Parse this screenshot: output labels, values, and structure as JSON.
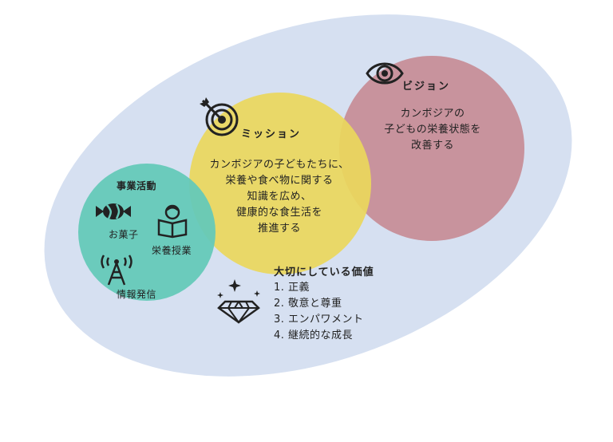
{
  "vision": {
    "title": "ビジョン",
    "lines": [
      "カンボジアの",
      "子どもの栄養状態を",
      "改善する"
    ]
  },
  "mission": {
    "title": "ミッション",
    "lines": [
      "カンボジアの子どもたちに、",
      "栄養や食べ物に関する",
      "知識を広め、",
      "健康的な食生活を",
      "推進する"
    ]
  },
  "business": {
    "title": "事業活動",
    "items": [
      "お菓子",
      "栄養授業",
      "情報発信"
    ]
  },
  "values": {
    "title": "大切にしている価値",
    "items": [
      "1. 正義",
      "2. 敬意と尊重",
      "3. エンパワメント",
      "4. 継続的な成長"
    ]
  },
  "icons": {
    "vision": "eye-icon",
    "mission": "target-icon",
    "snack": "candy-icon",
    "class": "reading-person-icon",
    "info": "broadcast-tower-icon",
    "values": "diamond-sparkle-icon"
  },
  "colors": {
    "background_ellipse": "#d6e0f1",
    "vision": "#c78e98",
    "mission": "#ead75c",
    "business": "#65c9b8"
  }
}
